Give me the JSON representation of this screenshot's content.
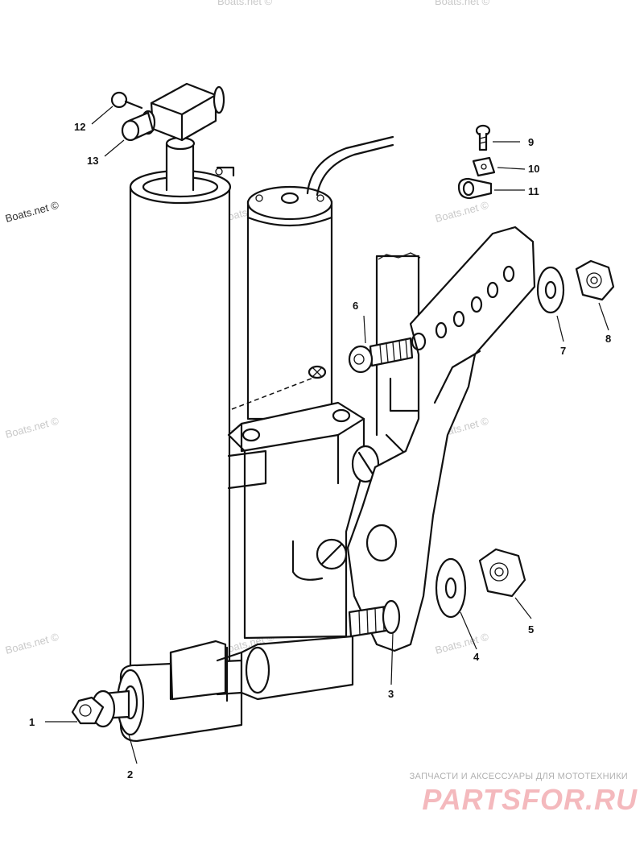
{
  "watermark": {
    "text": "Boats.net ©",
    "color": "#c9c9c9"
  },
  "callouts": [
    "1",
    "2",
    "3",
    "4",
    "5",
    "6",
    "7",
    "8",
    "9",
    "10",
    "11",
    "12",
    "13"
  ],
  "footer": {
    "tagline": "ЗАПЧАСТИ И АКСЕССУАРЫ ДЛЯ МОТОТЕХНИКИ",
    "logo": "PARTSFOR.RU",
    "logo_color": "#f4b9bd"
  },
  "colors": {
    "line": "#111111",
    "background": "#ffffff"
  }
}
